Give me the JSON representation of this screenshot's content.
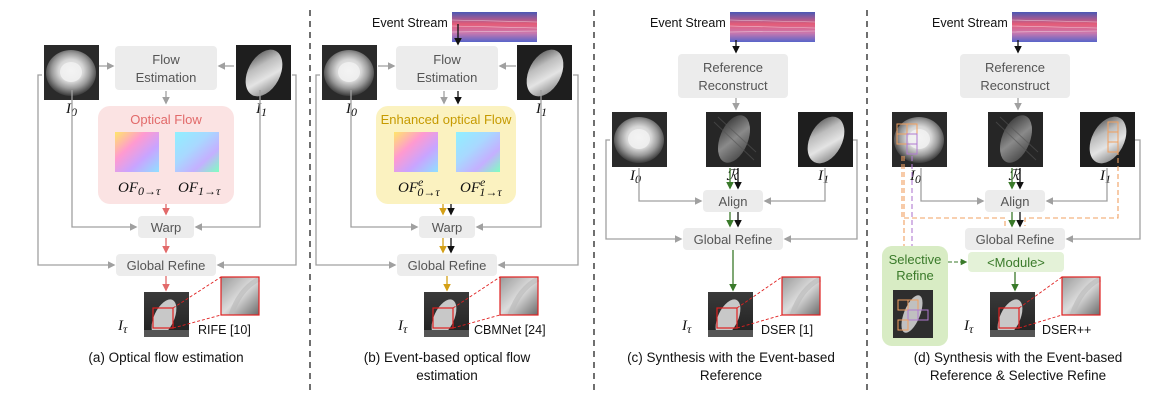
{
  "panels": [
    {
      "flow_estimation": [
        "Flow",
        "Estimation"
      ],
      "input_left": "I",
      "input_left_sub": "0",
      "input_right": "I",
      "input_right_sub": "1",
      "region_title": "Optical Flow",
      "flow_a_base": "OF",
      "flow_a_sub": "0→τ",
      "flow_b_base": "OF",
      "flow_b_sub": "1→τ",
      "warp": "Warp",
      "global_refine": "Global Refine",
      "output": "I",
      "output_sub": "τ",
      "method": "RIFE [10]",
      "caption": [
        "(a) Optical flow estimation"
      ]
    },
    {
      "event_stream": "Event Stream",
      "flow_estimation": [
        "Flow",
        "Estimation"
      ],
      "input_left": "I",
      "input_left_sub": "0",
      "input_right": "I",
      "input_right_sub": "1",
      "region_title": "Enhanced optical Flow",
      "flow_a_base": "OF",
      "flow_a_sup": "e",
      "flow_a_sub": "0→τ",
      "flow_b_base": "OF",
      "flow_b_sup": "e",
      "flow_b_sub": "1→τ",
      "warp": "Warp",
      "global_refine": "Global Refine",
      "output": "I",
      "output_sub": "τ",
      "method": "CBMNet [24]",
      "caption": [
        "(b) Event-based optical flow",
        "estimation"
      ]
    },
    {
      "event_stream": "Event Stream",
      "reference_reconstruct": [
        "Reference",
        "Reconstruct"
      ],
      "input_left": "I",
      "input_left_sub": "0",
      "reference": "ℛ",
      "input_right": "I",
      "input_right_sub": "1",
      "align": "Align",
      "global_refine": "Global Refine",
      "output": "I",
      "output_sub": "τ",
      "method": "DSER [1]",
      "caption": [
        "(c) Synthesis with the Event-based",
        "Reference"
      ]
    },
    {
      "event_stream": "Event Stream",
      "reference_reconstruct": [
        "Reference",
        "Reconstruct"
      ],
      "input_left": "I",
      "input_left_sub": "0",
      "reference": "ℛ",
      "input_right": "I",
      "input_right_sub": "1",
      "align": "Align",
      "global_refine": "Global Refine",
      "selective_refine": [
        "Selective",
        "Refine"
      ],
      "module": "<Module>",
      "output": "I",
      "output_sub": "τ",
      "method": "DSER++",
      "caption": [
        "(d) Synthesis with the Event-based",
        "Reference & Selective Refine"
      ]
    }
  ],
  "colors": {
    "box_fill": "#ececec",
    "arrow_gray": "#a0a0a0",
    "arrow_red": "#e26a6a",
    "arrow_gold": "#d4a017",
    "arrow_green": "#3a7a2a",
    "optical_flow_region": "#fbe3e3",
    "enhanced_flow_region": "#fbf2c0",
    "selective_region": "#d8ecc4",
    "zoom_border": "#e02020",
    "patch_orange": "#f0a060",
    "patch_purple": "#b07ad0"
  }
}
